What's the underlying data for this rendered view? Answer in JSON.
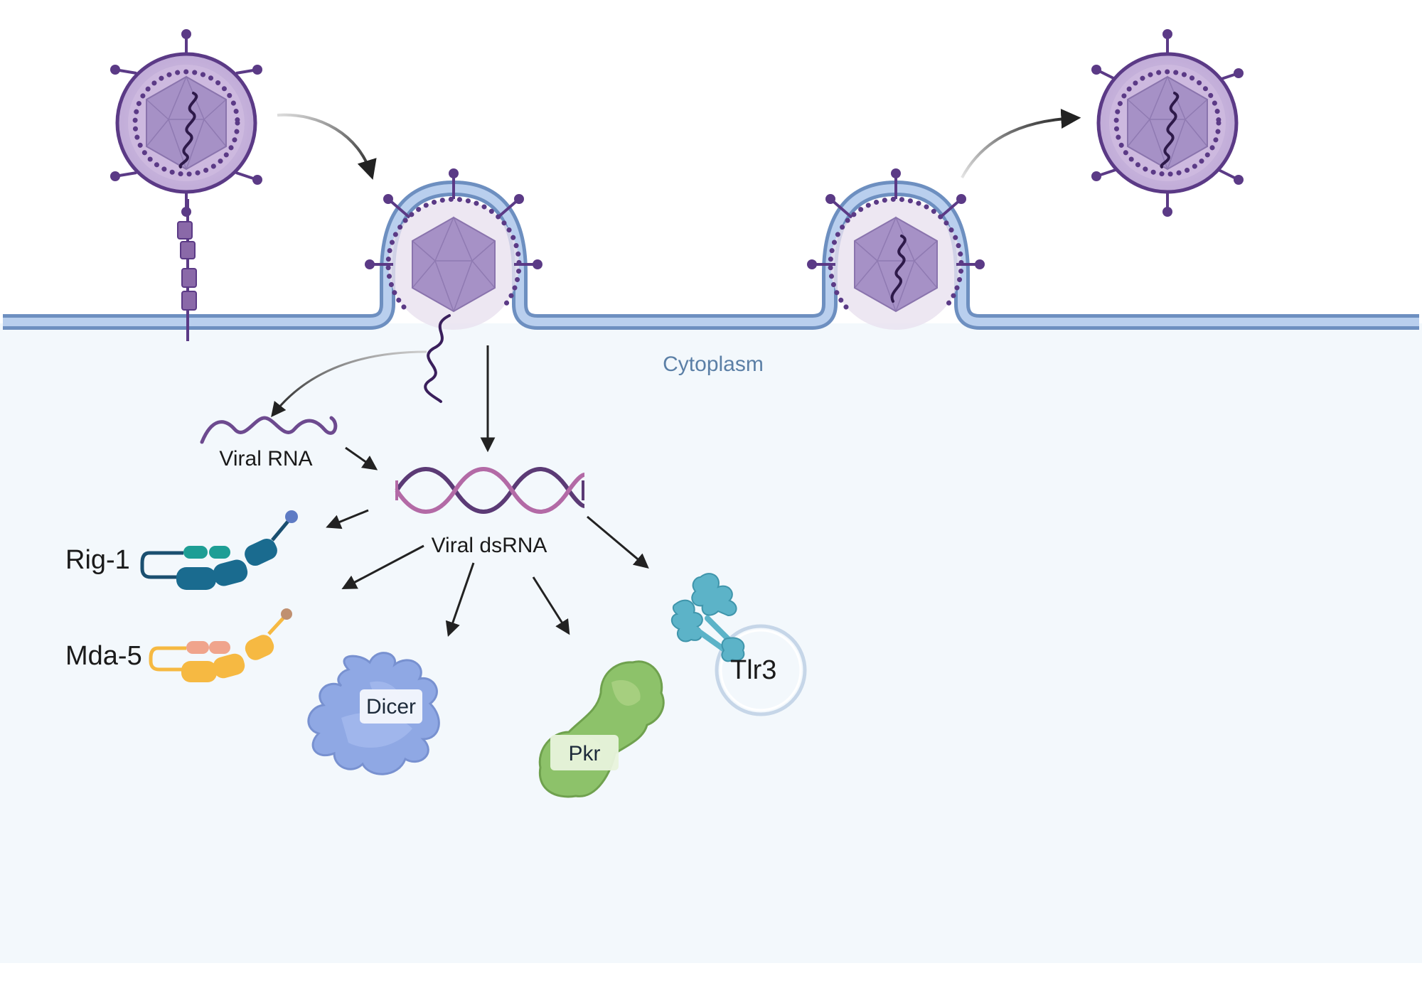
{
  "labels": {
    "cytoplasm": "Cytoplasm",
    "viral_rna": "Viral RNA",
    "viral_dsrna": "Viral dsRNA",
    "rig1": "Rig-1",
    "mda5": "Mda-5",
    "dicer": "Dicer",
    "pkr": "Pkr",
    "tlr3": "Tlr3"
  },
  "colors": {
    "virion_outer": "#5b3a86",
    "virion_fill": "#b79fcd",
    "capsid": "#a691c6",
    "membrane": "#a9c2e6",
    "membrane_edge": "#6d8fc0",
    "cytoplasm": "#f3f8fc",
    "rig1": "#1a6b8f",
    "rig1_card": "#1e9e95",
    "mda5": "#f6b942",
    "mda5_card": "#f0a48c",
    "dicer": "#8fa8e4",
    "pkr": "#8dc26a",
    "tlr3": "#5cb3c8",
    "arrow": "#222222"
  }
}
